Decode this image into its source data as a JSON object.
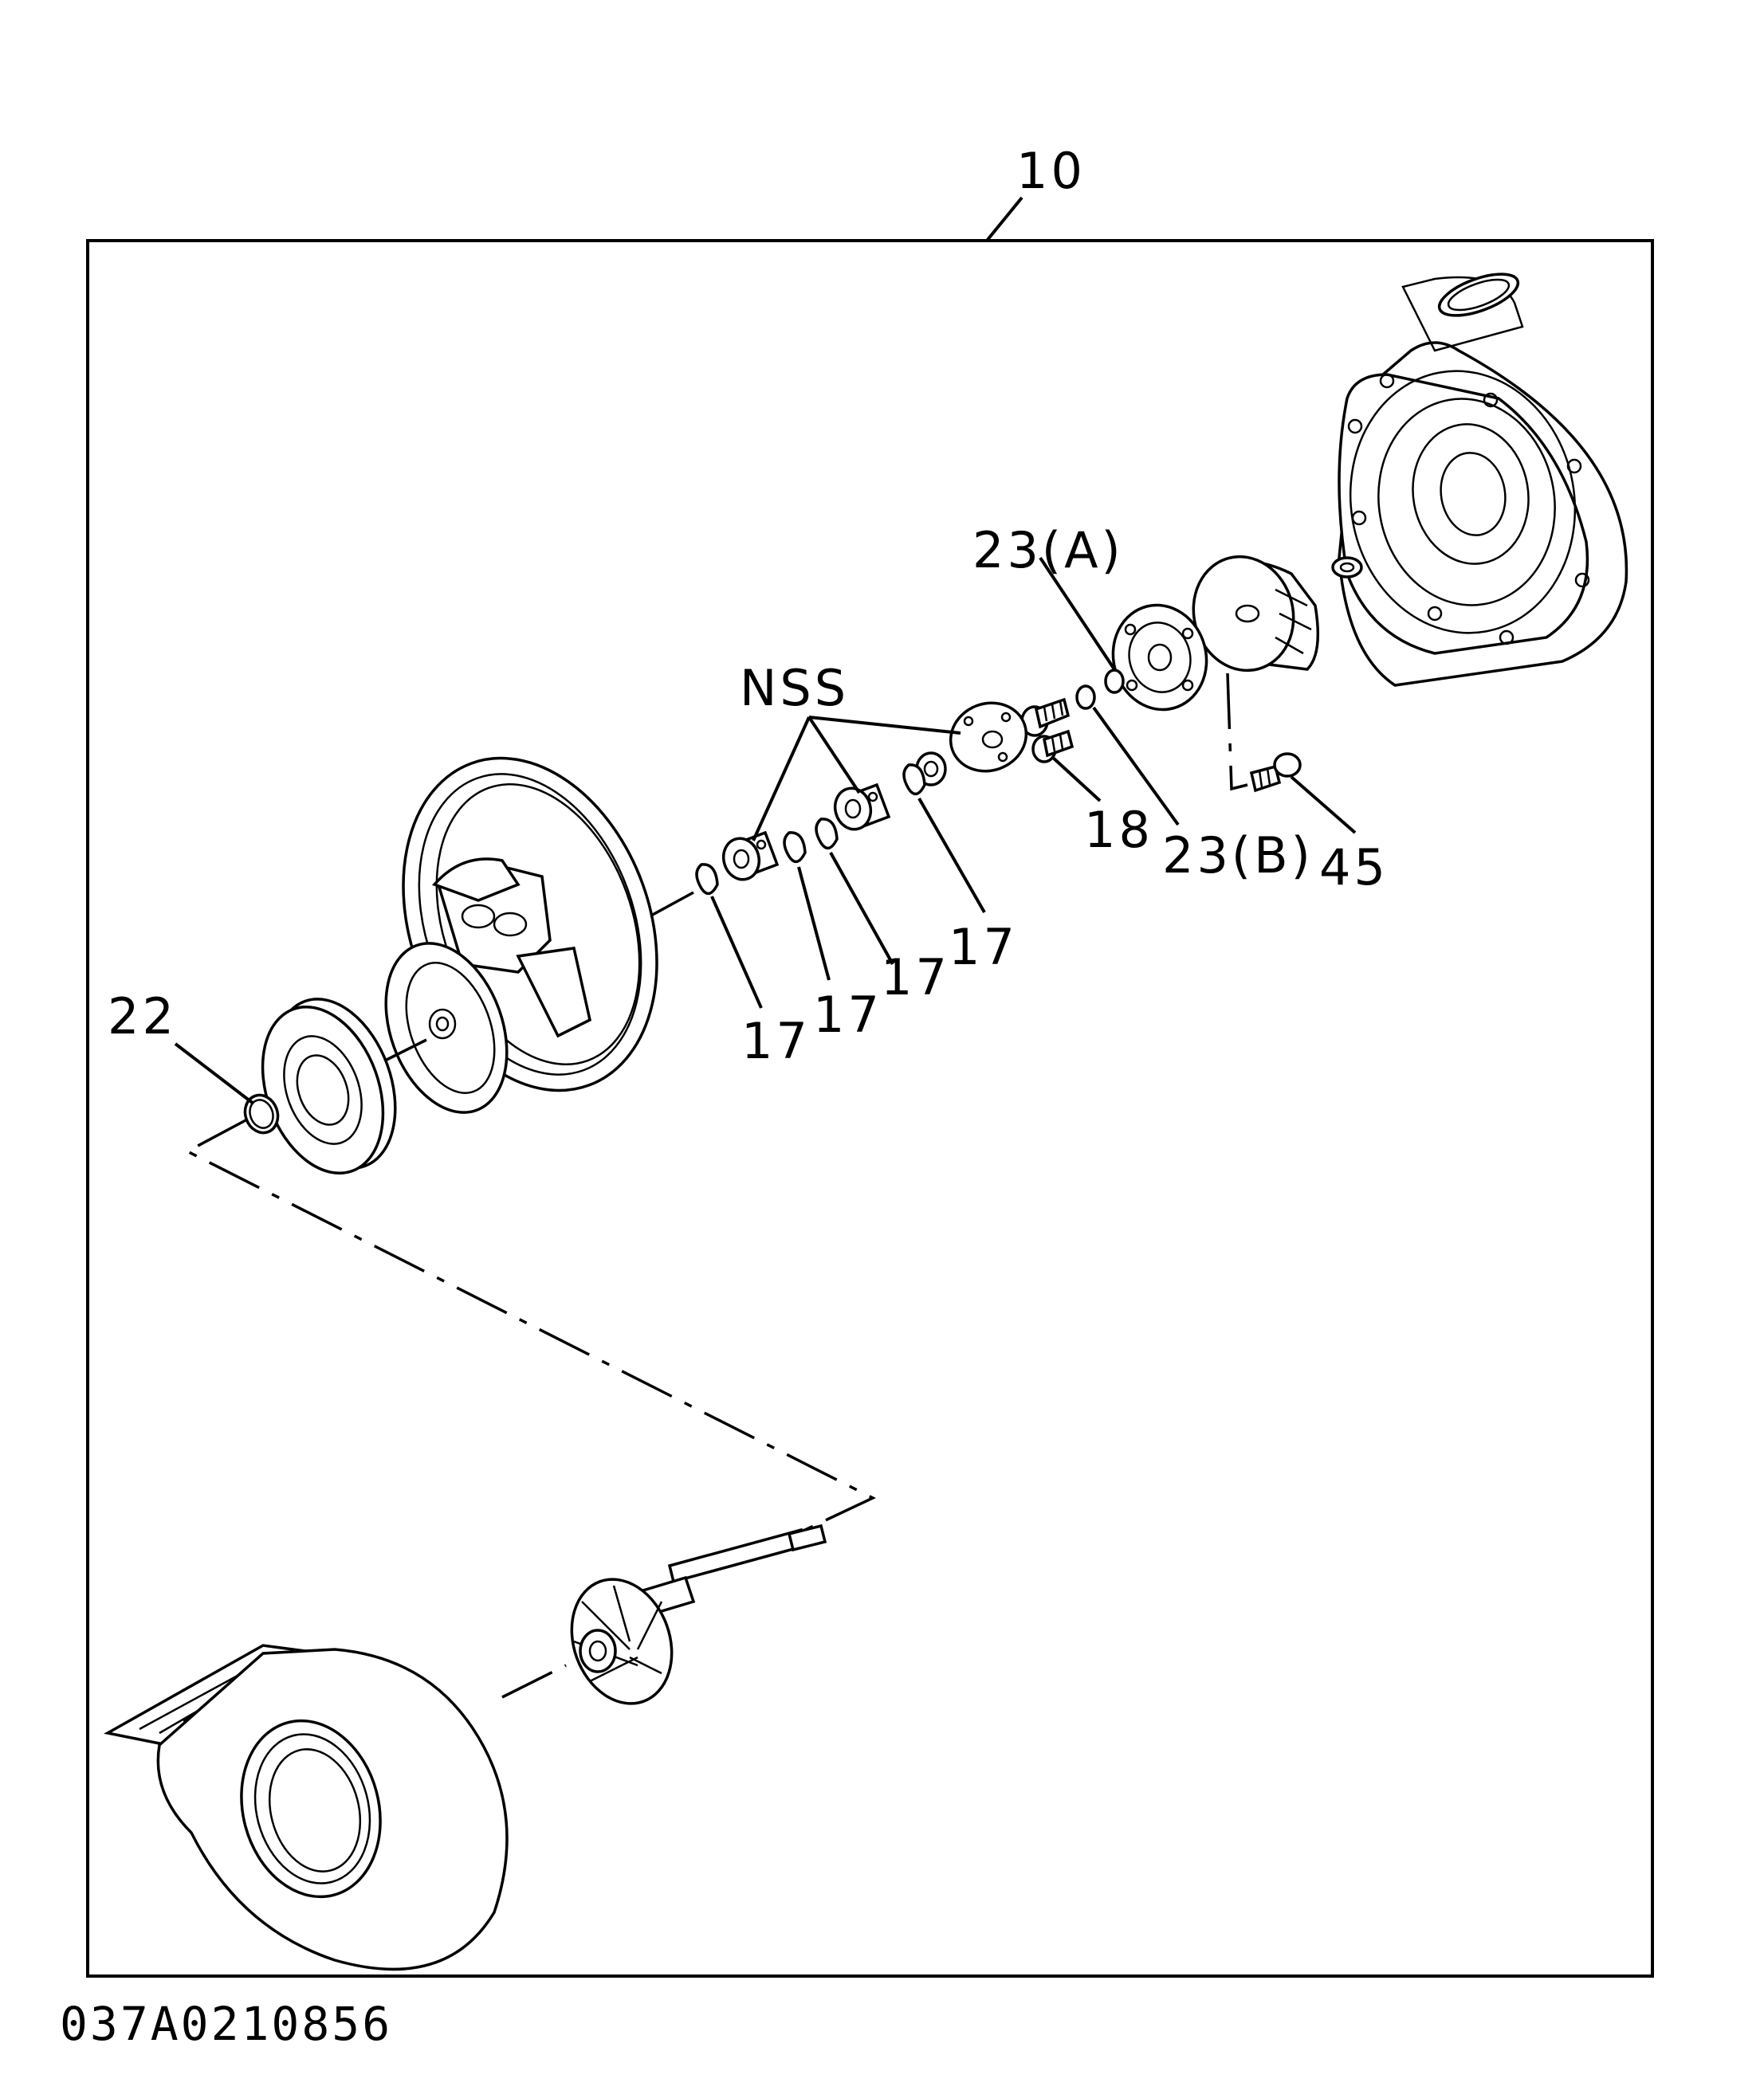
{
  "assembly_label": "10",
  "callouts": {
    "nss": "NSS",
    "label_23a": "23(A)",
    "label_23b": "23(B)",
    "label_18": "18",
    "label_45": "45",
    "label_22": "22",
    "label_17_a": "17",
    "label_17_b": "17",
    "label_17_c": "17",
    "label_17_d": "17"
  },
  "drawing_code": "037A0210856",
  "colors": {
    "ink": "#000000",
    "paper": "#ffffff"
  }
}
